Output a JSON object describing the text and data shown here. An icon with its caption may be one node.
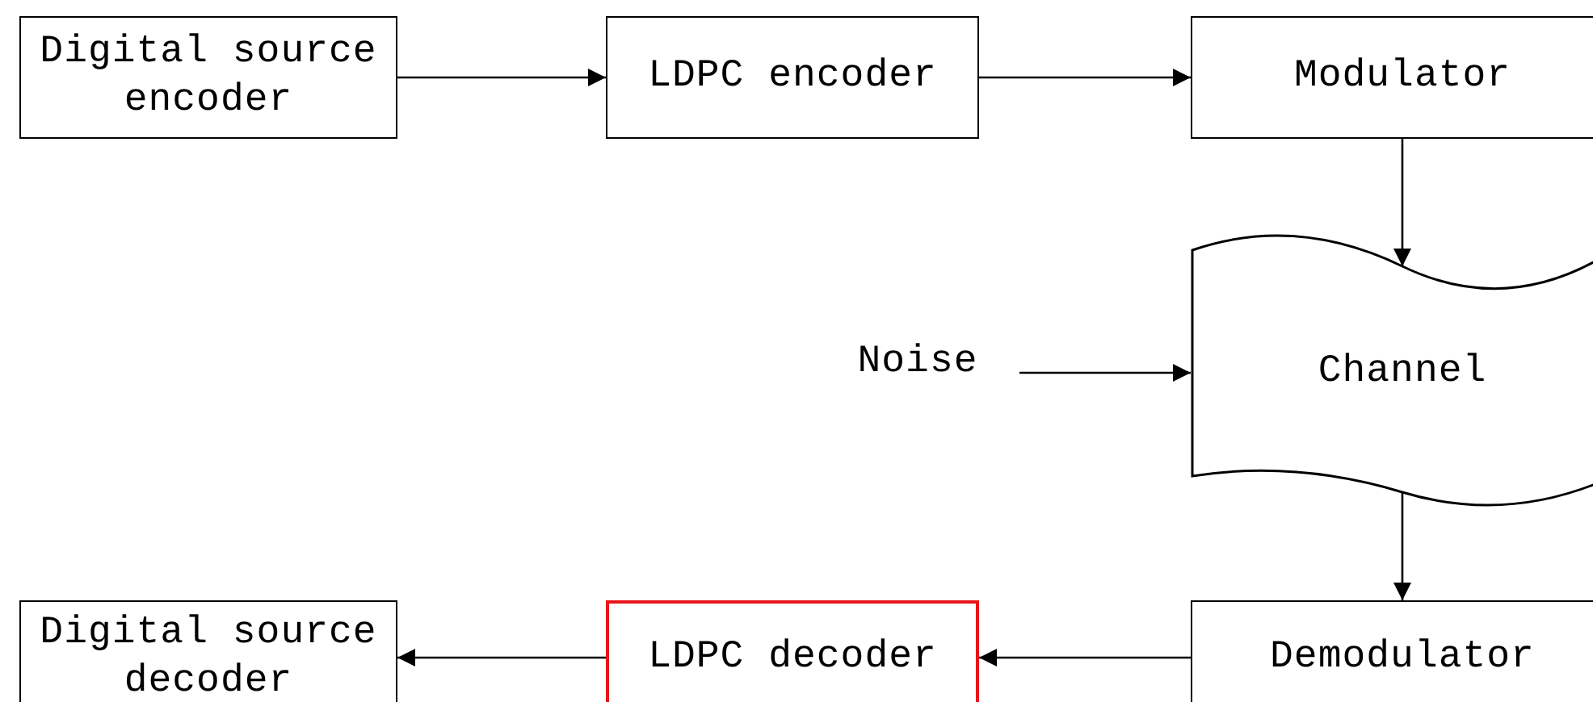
{
  "diagram": {
    "nodes": [
      {
        "text": [
          "Digital source encoder"
        ]
      },
      {
        "text": [
          "LDPC encoder"
        ]
      },
      {
        "text": [
          "Modulator"
        ]
      },
      {
        "text": [
          "Noise"
        ]
      },
      {
        "text": [
          "Channel"
        ]
      },
      {
        "text": [
          "Digital source decoder"
        ]
      },
      {
        "text": [
          "LDPC decoder"
        ]
      },
      {
        "text": [
          "Demodulator"
        ]
      }
    ],
    "edges": [
      {
        "from": 0,
        "to": 1,
        "arrow": "to"
      },
      {
        "from": 1,
        "to": 2,
        "arrow": "to"
      },
      {
        "from": 2,
        "to": 4,
        "arrow": "to"
      },
      {
        "from": 3,
        "to": 4,
        "arrow": "to"
      },
      {
        "from": 4,
        "to": 7,
        "arrow": "to"
      },
      {
        "from": 7,
        "to": 6,
        "arrow": "to"
      },
      {
        "from": 6,
        "to": 5,
        "arrow": "to"
      }
    ]
  }
}
